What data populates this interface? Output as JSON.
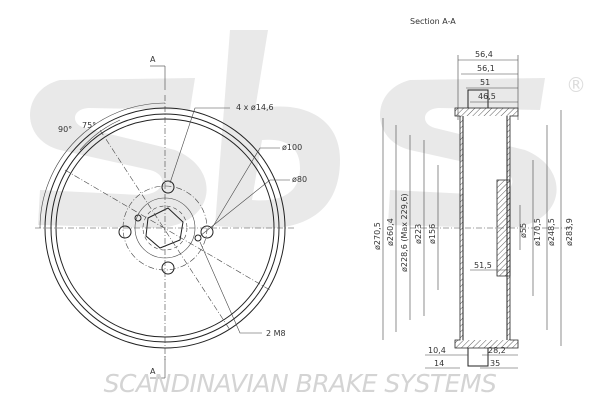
{
  "brand": {
    "footer": "SCANDINAVIAN BRAKE SYSTEMS",
    "logo_text": "sbs",
    "registered_mark": "®",
    "watermark_color": "#e9e9e9"
  },
  "section_title": "Section A-A",
  "cut_marker": "A",
  "front_view": {
    "angle_90": "90°",
    "angle_75": "75°",
    "bolt_holes": "4 x ø14,6",
    "pcd": "ø100",
    "center_bore": "ø80",
    "thread": "2 M8"
  },
  "section_view": {
    "widths": {
      "w1": "56,4",
      "w2": "56,1",
      "w3": "51",
      "w4": "46,5",
      "w5": "51,5",
      "w6": "10,4",
      "w7": "28,2",
      "w8": "14",
      "w9": "35"
    },
    "diameters": {
      "d1": "ø270,5",
      "d2": "ø260,4",
      "d3": "ø228,6 (Max 229,6)",
      "d4": "ø223",
      "d5": "ø156",
      "d6": "ø55",
      "d7": "ø170,5",
      "d8": "ø248,5",
      "d9": "ø283,9"
    }
  }
}
